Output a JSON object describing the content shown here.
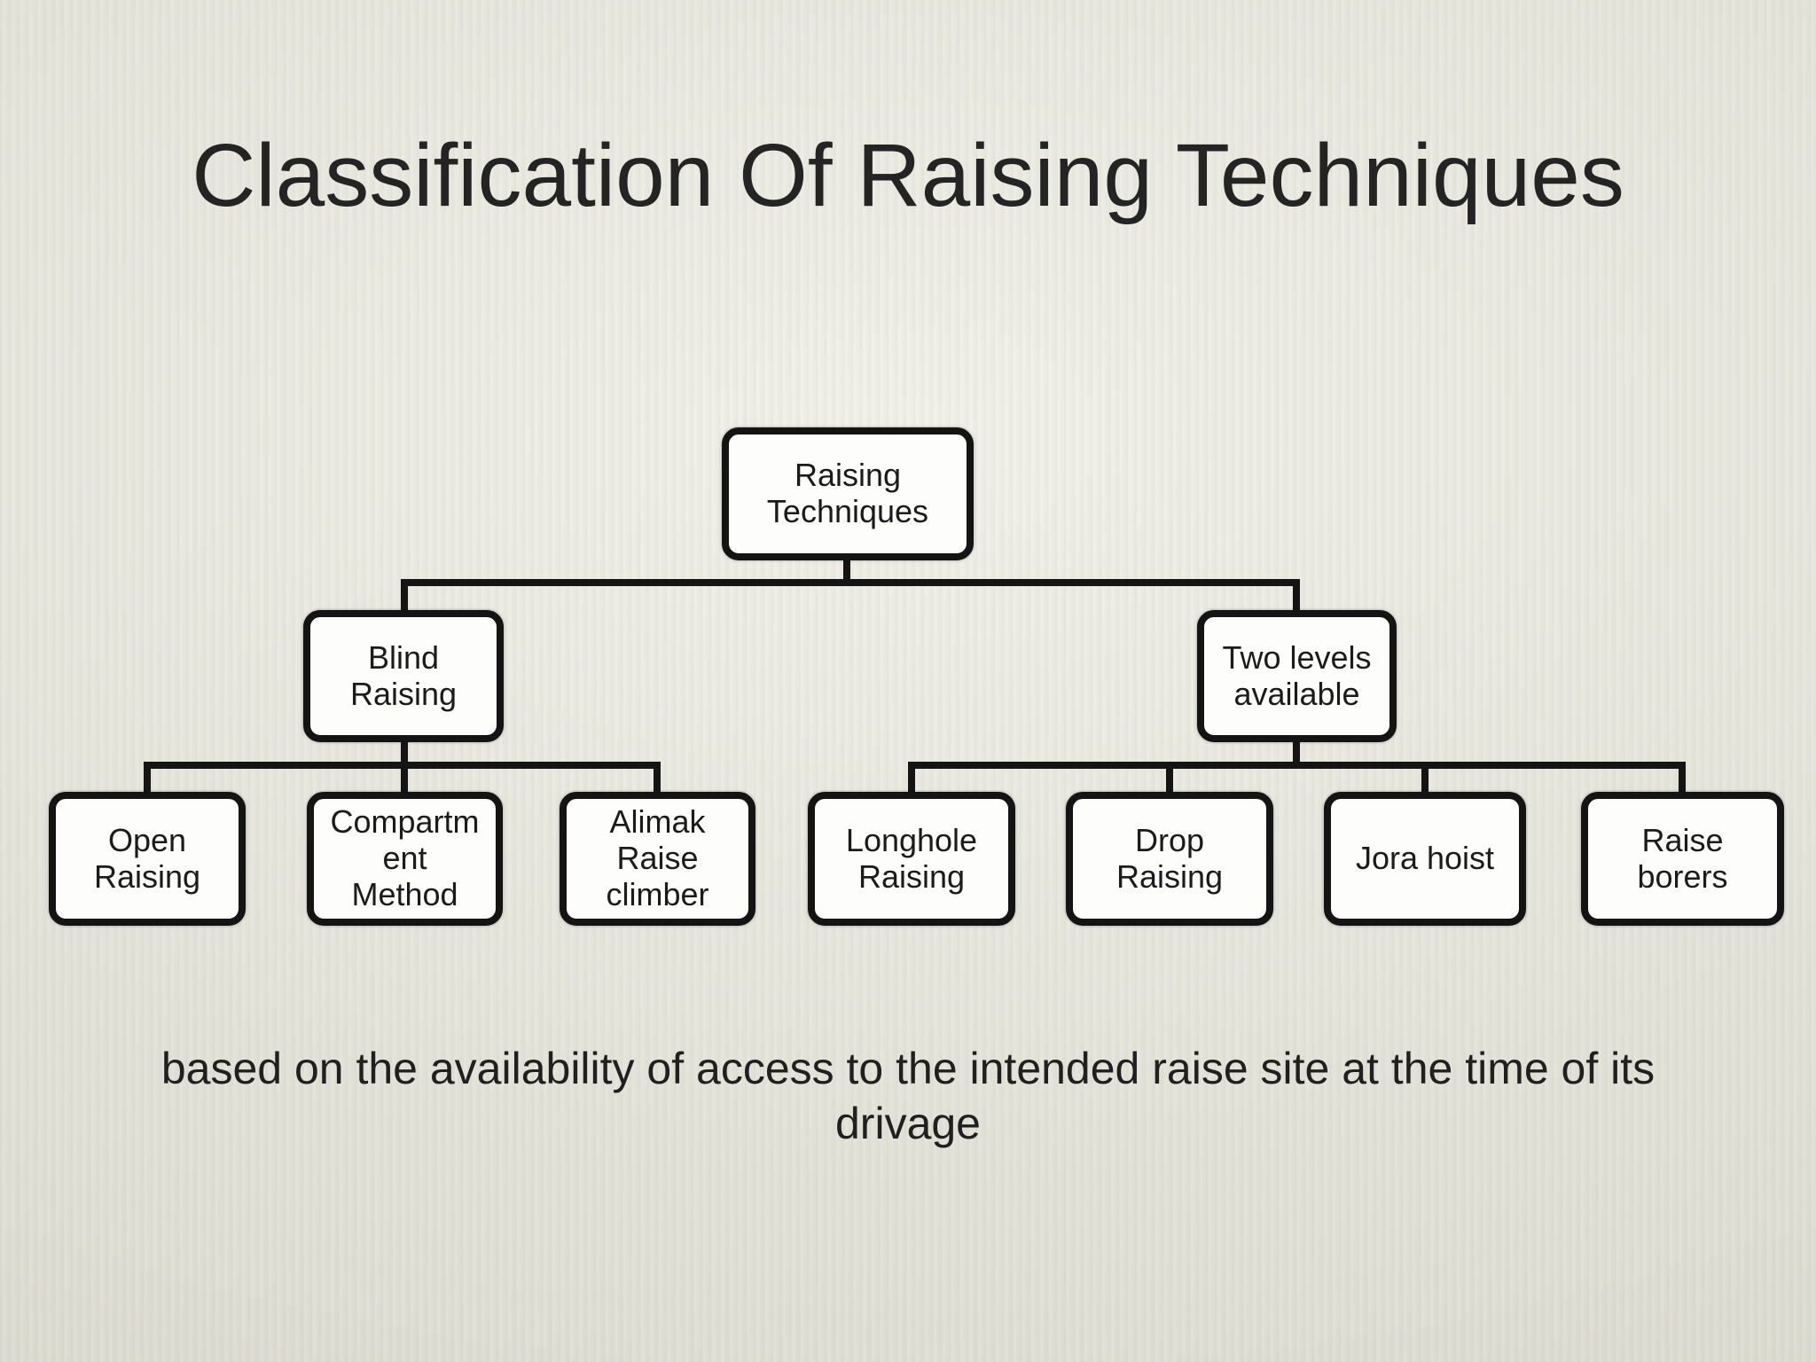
{
  "slide": {
    "title": "Classification Of Raising Techniques",
    "caption": "based on the availability of access to the intended raise site at the time of its\ndrivage"
  },
  "diagram": {
    "nodes": {
      "raising_techniques": "Raising\nTechniques",
      "blind_raising": "Blind\nRaising",
      "two_levels_available": "Two levels\navailable",
      "open_raising": "Open\nRaising",
      "compartment_method": "Compartm\nent\nMethod",
      "alimak_raise_climber": "Alimak\nRaise\nclimber",
      "longhole_raising": "Longhole\nRaising",
      "drop_raising": "Drop\nRaising",
      "jora_hoist": "Jora hoist",
      "raise_borers": "Raise\nborers"
    }
  },
  "colors": {
    "background": "#e3e2d9",
    "box_fill": "#fdfdfb",
    "box_border": "#141414",
    "connector": "#141414",
    "text": "#1b1b1b",
    "title_text": "#242424"
  }
}
